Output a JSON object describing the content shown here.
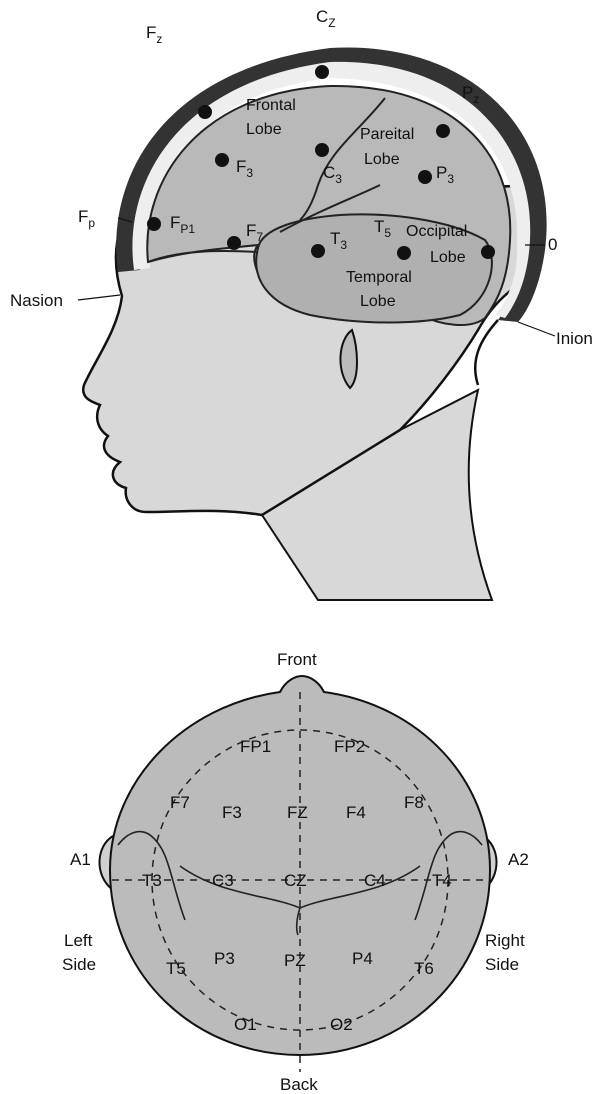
{
  "side_view": {
    "midline": {
      "fz": {
        "main": "F",
        "sub": "z"
      },
      "cz": {
        "main": "C",
        "sub": "Z"
      },
      "pz": {
        "main": "P",
        "sub": "z"
      },
      "fp": {
        "main": "F",
        "sub": "p"
      },
      "o": {
        "main": "0"
      }
    },
    "landmarks": {
      "nasion": "Nasion",
      "inion": "Inion"
    },
    "lobes": {
      "frontal": [
        "Frontal",
        "Lobe"
      ],
      "parietal": [
        "Pareital",
        "Lobe"
      ],
      "occipital": [
        "Occipital",
        "Lobe"
      ],
      "temporal": [
        "Temporal",
        "Lobe"
      ]
    },
    "electrodes": {
      "fp1": {
        "main": "F",
        "sub": "P1"
      },
      "f3": {
        "main": "F",
        "sub": "3"
      },
      "f7": {
        "main": "F",
        "sub": "7"
      },
      "c3": {
        "main": "C",
        "sub": "3"
      },
      "p3": {
        "main": "P",
        "sub": "3"
      },
      "t3": {
        "main": "T",
        "sub": "3"
      },
      "t5": {
        "main": "T",
        "sub": "5"
      }
    }
  },
  "top_view": {
    "front": "Front",
    "back": "Back",
    "left_side": [
      "Left",
      "Side"
    ],
    "right_side": [
      "Right",
      "Side"
    ],
    "ears": {
      "left": "A1",
      "right": "A2"
    },
    "electrodes": {
      "fp1": "FP1",
      "fp2": "FP2",
      "f7": "F7",
      "f3": "F3",
      "fz": "FZ",
      "f4": "F4",
      "f8": "F8",
      "t3": "T3",
      "c3": "C3",
      "cz": "CZ",
      "c4": "C4",
      "t4": "T4",
      "t5": "T5",
      "p3": "P3",
      "pz": "PZ",
      "p4": "P4",
      "t6": "T6",
      "o1": "O1",
      "o2": "O2"
    }
  }
}
